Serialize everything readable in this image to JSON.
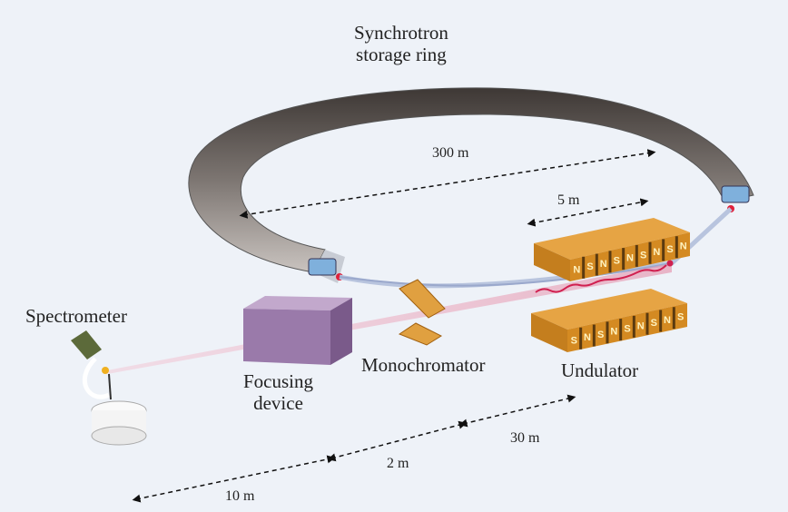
{
  "labels": {
    "ring_line1": "Synchrotron",
    "ring_line2": "storage ring",
    "spectrometer": "Spectrometer",
    "focusing_line1": "Focusing",
    "focusing_line2": "device",
    "monochromator": "Monochromator",
    "undulator": "Undulator"
  },
  "distances": {
    "ring_diameter": "300 m",
    "undulator_length": "5 m",
    "d30": "30 m",
    "d2": "2 m",
    "d10": "10 m"
  },
  "magnets": {
    "top": [
      "N",
      "S",
      "N",
      "S",
      "N",
      "S",
      "N",
      "S",
      "N"
    ],
    "bottom": [
      "S",
      "N",
      "S",
      "N",
      "S",
      "N",
      "S",
      "N",
      "S"
    ]
  },
  "colors": {
    "background": "#eef2f8",
    "ring": "#6e6866",
    "magnet": "#d48a22",
    "beam": "#e07a9a",
    "focusing": "#9a7aaa"
  }
}
